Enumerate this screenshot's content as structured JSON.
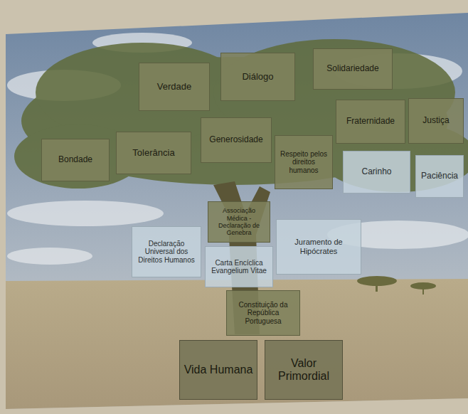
{
  "diagram": {
    "nodes": [
      {
        "text": [
          "Verdade"
        ]
      },
      {
        "text": [
          "Diálogo"
        ]
      },
      {
        "text": [
          "Solidariedade"
        ]
      },
      {
        "text": [
          "Bondade"
        ]
      },
      {
        "text": [
          "Tolerância"
        ]
      },
      {
        "text": [
          "Generosidade"
        ]
      },
      {
        "text": [
          "Respeito pelos direitos humanos"
        ]
      },
      {
        "text": [
          "Fraternidade"
        ]
      },
      {
        "text": [
          "Justiça"
        ]
      },
      {
        "text": [
          "Carinho"
        ]
      },
      {
        "text": [
          "Paciência"
        ]
      },
      {
        "text": [
          "Associação Médica - Declaração de Genebra"
        ]
      },
      {
        "text": [
          "Declaração Universal dos Direitos Humanos"
        ]
      },
      {
        "text": [
          "Juramento de Hipócrates"
        ]
      },
      {
        "text": [
          "Carta Encíclica Evangelium Vitae"
        ]
      },
      {
        "text": [
          "Constituição da República Portuguesa"
        ]
      },
      {
        "text": [
          "Vida Humana"
        ]
      },
      {
        "text": [
          "Valor Primordial"
        ]
      }
    ]
  }
}
